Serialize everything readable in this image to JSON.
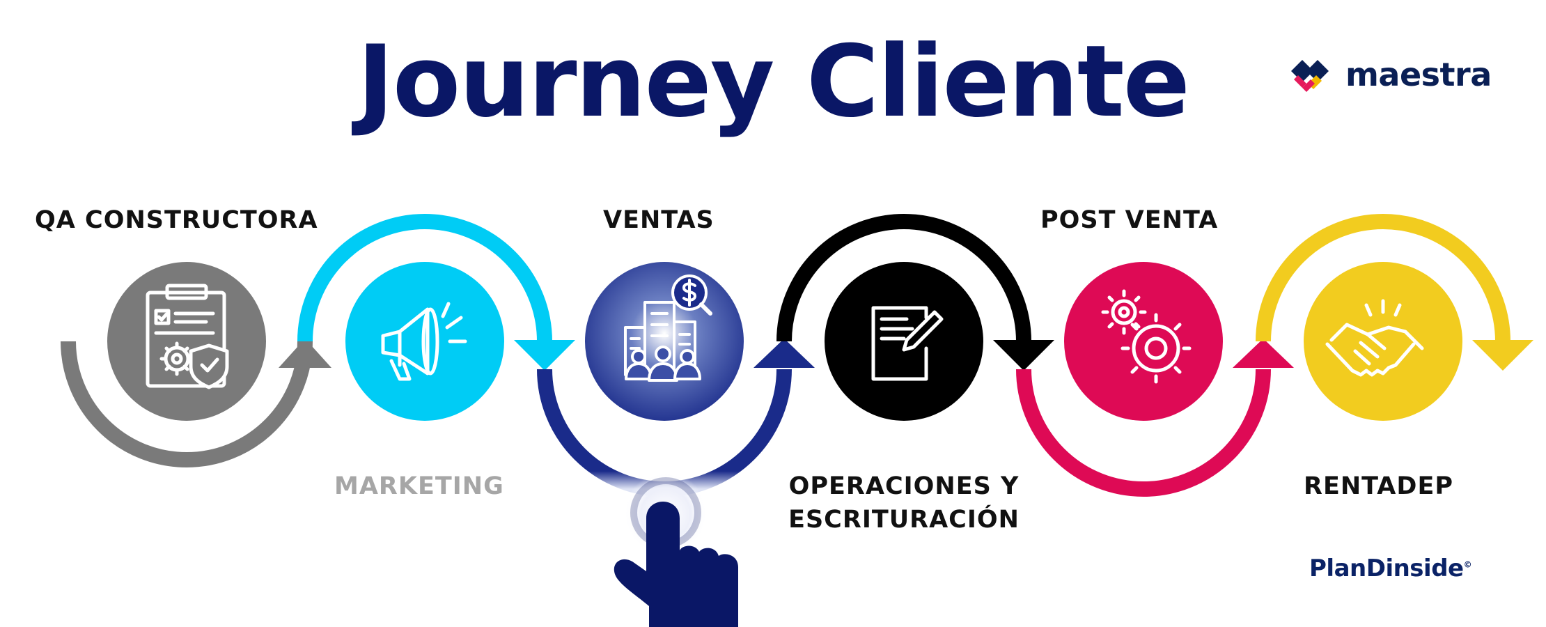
{
  "title": "Journey Cliente",
  "logos": {
    "maestra": "maestra",
    "planinside": "PlanDinside",
    "planinside_mark": "©"
  },
  "stages": [
    {
      "label": "QA CONSTRUCTORA",
      "color": "#7a7a7a",
      "icon": "clipboard-gear-shield-icon"
    },
    {
      "label": "MARKETING",
      "color": "#00ccf5",
      "icon": "megaphone-icon"
    },
    {
      "label": "VENTAS",
      "color": "#1a2b8a",
      "icon": "buildings-people-dollar-icon"
    },
    {
      "label": "OPERACIONES Y ESCRITURACIÓN",
      "label_lines": [
        "OPERACIONES Y",
        "ESCRITURACIÓN"
      ],
      "color": "#000000",
      "icon": "document-pencil-icon"
    },
    {
      "label": "POST VENTA",
      "color": "#de0a55",
      "icon": "gears-icon"
    },
    {
      "label": "RENTADEP",
      "color": "#f2cc1f",
      "icon": "handshake-icon"
    }
  ],
  "colors": {
    "title": "#0a1766",
    "pointer": "#0a1766",
    "maestra_text": "#0a1f55",
    "label_muted": "#a6a6a6"
  },
  "pointer_icon": "hand-pointer-icon"
}
